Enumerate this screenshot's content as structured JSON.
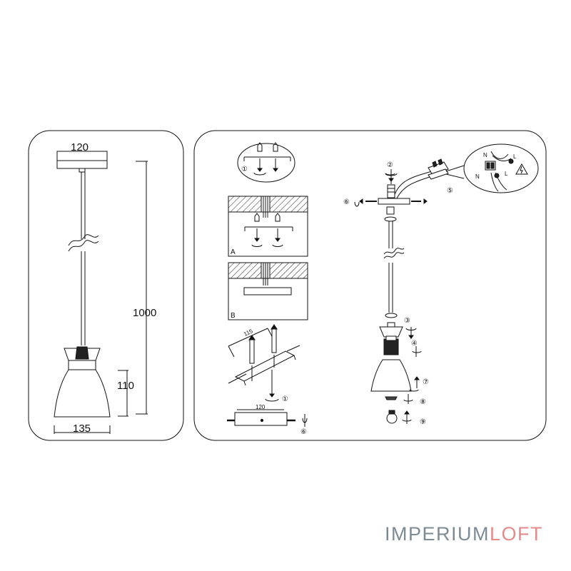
{
  "dimensions": {
    "canopy_width": "120",
    "total_height": "1000",
    "shade_height": "110",
    "shade_width": "135",
    "mount_spacing": "115",
    "plate_width": "120"
  },
  "steps": [
    "①",
    "②",
    "③",
    "④",
    "⑤",
    "⑥",
    "⑦",
    "⑧",
    "⑨",
    "⑥"
  ],
  "panels": {
    "a": "A",
    "b": "B"
  },
  "wiring": {
    "neutral": "N",
    "live": "L"
  },
  "brand": {
    "part1": "IMPERIUM",
    "part2": "LOFT"
  },
  "colors": {
    "line": "#111111",
    "brand_grey": "#7d8b94",
    "brand_pink": "#e58a8a"
  }
}
